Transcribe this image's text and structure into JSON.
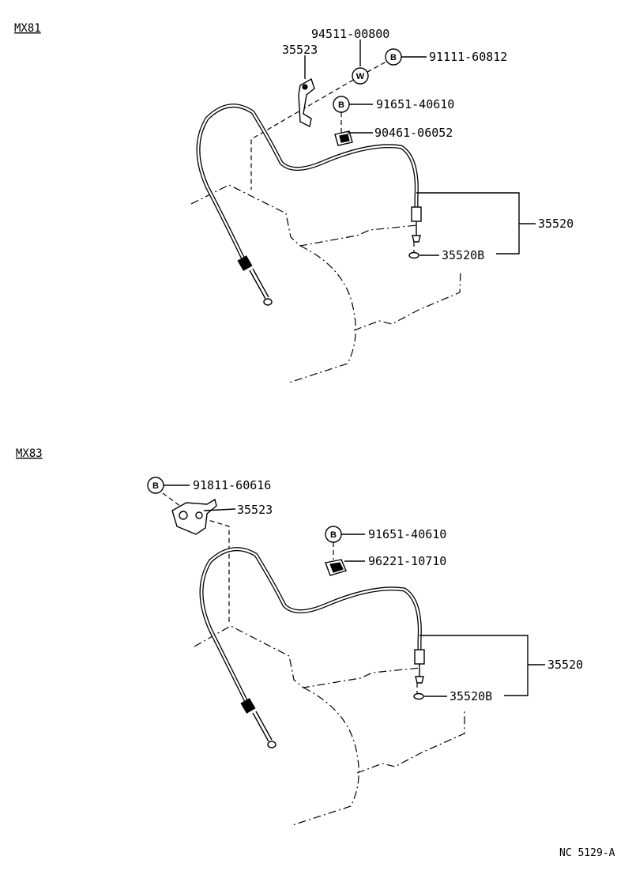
{
  "sections": [
    {
      "model": "MX81",
      "labels": {
        "washer_code": "94511-00800",
        "bracket": "35523",
        "bolt_w": "91111-60812",
        "bolt_b": "91651-40610",
        "clip": "90461-06052",
        "cable_assy": "35520",
        "seal": "35520B"
      },
      "badges": {
        "w": "W",
        "b1": "B",
        "b2": "B"
      }
    },
    {
      "model": "MX83",
      "labels": {
        "bolt_top": "91811-60616",
        "bracket": "35523",
        "bolt_b": "91651-40610",
        "clip": "96221-10710",
        "cable_assy": "35520",
        "seal": "35520B"
      },
      "badges": {
        "b1": "B",
        "b2": "B"
      }
    }
  ],
  "figure_code": "NC 5129-A"
}
